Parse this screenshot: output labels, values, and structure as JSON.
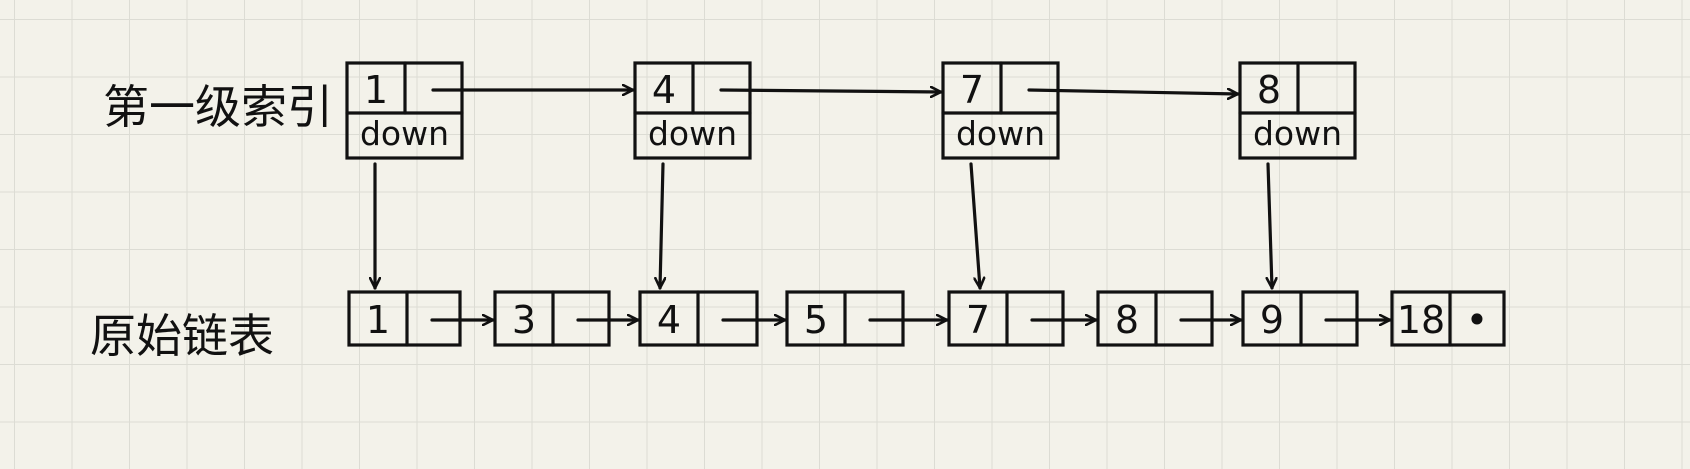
{
  "labels": {
    "index_level": "第一级索引",
    "original_list": "原始链表"
  },
  "index_nodes": [
    {
      "value": "1",
      "down": "down"
    },
    {
      "value": "4",
      "down": "down"
    },
    {
      "value": "7",
      "down": "down"
    },
    {
      "value": "8",
      "down": "down"
    }
  ],
  "list_nodes": [
    {
      "value": "1"
    },
    {
      "value": "3"
    },
    {
      "value": "4"
    },
    {
      "value": "5"
    },
    {
      "value": "7"
    },
    {
      "value": "8"
    },
    {
      "value": "9"
    },
    {
      "value": "18",
      "null_marker": "•"
    }
  ],
  "colors": {
    "background": "#f3f2ea",
    "grid": "#dcdcd4",
    "ink": "#111111"
  }
}
